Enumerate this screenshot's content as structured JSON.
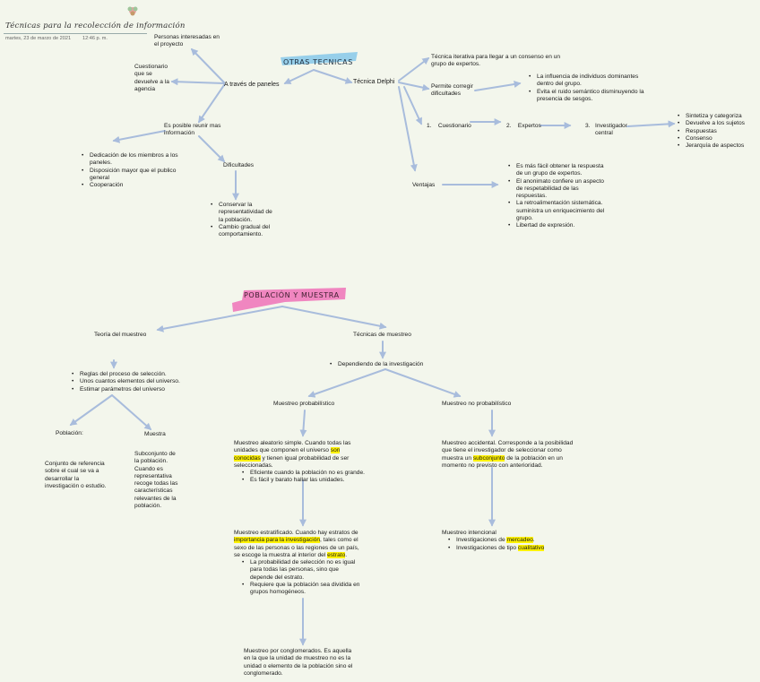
{
  "header": {
    "title": "Técnicas para la recolección de información",
    "date": "martes, 23 de marzo de 2021",
    "time": "12:46 p. m."
  },
  "otras": {
    "heading": "OTRAS TECNICAS",
    "paneles": "A través de paneles",
    "personas": "Personas interesadas en el proyecto",
    "cuestionario": "Cuestionario que se devuelve a la agencia",
    "reunir": "Es posible reunir mas información",
    "reunir_items": [
      "Dedicación de los miembros a los paneles.",
      "Disposición mayor que el publico general",
      "Cooperación"
    ],
    "dificultades": "Dificultades",
    "dificultades_items": [
      "Conservar la representatividad de la población.",
      "Cambio gradual del comportamiento."
    ],
    "delphi": "Técnica Delphi",
    "delphi_def": "Técnica iterativa para llegar a un consenso en un grupo de expertos.",
    "corregir": "Permite corregir dificultades",
    "corregir_items": [
      "La influencia de individuos dominantes dentro del grupo.",
      "Evita el ruido semántico disminuyendo la presencia de sesgos."
    ],
    "steps": [
      {
        "num": "1.",
        "label": "Cuestionario"
      },
      {
        "num": "2.",
        "label": "Expertos"
      },
      {
        "num": "3.",
        "label": "Investigador central"
      }
    ],
    "sintetiza_items": [
      "Sintetiza y categoriza",
      "Devuelve a los sujetos",
      "Respuestas",
      "Consenso",
      "Jerarquía de aspectos"
    ],
    "ventajas": "Ventajas",
    "ventajas_items": [
      "Es más fácil obtener la respuesta de un grupo de expertos.",
      "El anonimato confiere un aspecto de respetabilidad de las respuestas.",
      "La retroalimentación sistemática. suministra un enriquecimiento del grupo.",
      "Libertad de expresión."
    ]
  },
  "poblacion": {
    "heading": "POBLACIÓN Y MUESTRA",
    "teoria": "Teoría del muestreo",
    "teoria_items": [
      "Reglas del proceso de selección.",
      "Unos cuantos elementos del universo.",
      "Estimar parámetros del universo"
    ],
    "poblacion_label": "Población:",
    "poblacion_def": "Conjunto de referencia sobre el cual se va a desarrollar la investigación o estudio.",
    "muestra_label": "Muestra",
    "muestra_def": "Subconjunto de la población. Cuando es representativa recoge todas las características relevantes de la población.",
    "tecnicas": "Técnicas de muestreo",
    "dependiendo": "Dependiendo de la investigación",
    "probabilistico": "Muestreo probabilístico",
    "no_probabilistico": "Muestreo no probabilístico",
    "aleatorio": {
      "pre": "Muestreo aleatorio simple. Cuando todas las unidades que componen el universo ",
      "hl": "son conocidas",
      "post": " y tienen igual probabilidad de ser seleccionadas.",
      "items": [
        "Eficiente cuando la población no es grande.",
        "Es fácil y barato hallar las unidades."
      ]
    },
    "estratificado": {
      "pre": "Muestreo estratificado. Cuando hay estratos de ",
      "hl1": "importancia para la investigación",
      "mid": ", tales como el sexo de las personas o las regiones de un país, se escoge la muestra al interior del ",
      "hl2": "estrato",
      "post": ".",
      "items": [
        "La probabilidad de selección no es igual para todas las personas, sino que depende del estrato.",
        "Requiere que la población sea dividida en grupos homogéneos."
      ]
    },
    "conglomerados": "Muestreo por conglomerados. Es aquella en la que la unidad de muestreo no es la unidad o elemento de la población sino el conglomerado.",
    "accidental": {
      "pre": "Muestreo accidental.  Corresponde a la posibilidad que tiene el investigador de seleccionar como muestra un ",
      "hl": "subconjunto",
      "post": " de la población en un momento no previsto con anterioridad."
    },
    "intencional": {
      "title": "Muestreo intencional",
      "item1_pre": "Investigaciones de ",
      "item1_hl": "mercadeo",
      "item1_post": ".",
      "item2_pre": "Investigaciones de tipo ",
      "item2_hl": "cualitativo"
    }
  },
  "colors": {
    "background": "#f3f6ec",
    "arrow": "#a8bcdc",
    "banner_blue": "#86c8ea",
    "banner_pink": "#ee72b8",
    "highlight": "#fff200"
  }
}
